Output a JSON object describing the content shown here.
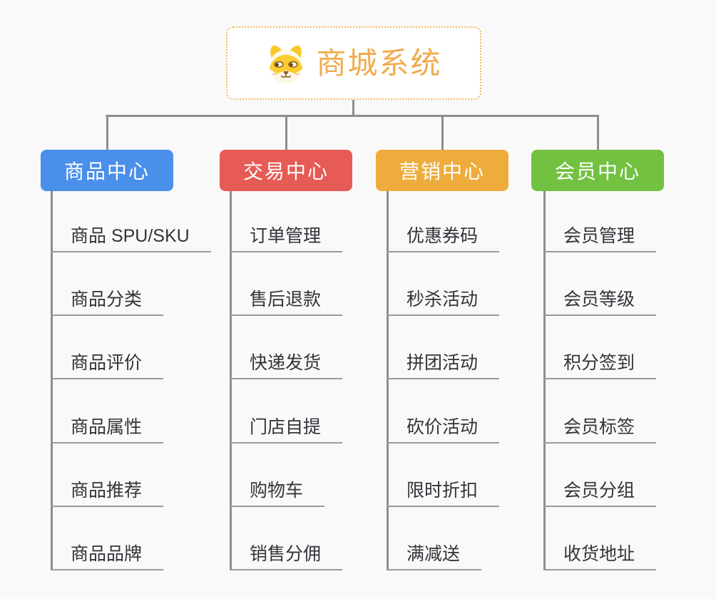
{
  "app": {
    "background_color": "#F9F9F9",
    "connector_color": "#8D8D8D",
    "underline_color": "#9B9B9B",
    "leaf_text_color": "#33333A"
  },
  "root": {
    "title": "商城系统",
    "icon": "dog-face-icon",
    "title_color": "#F0AC4D",
    "border_color": "#F3B95F",
    "background": "#FFFFFF"
  },
  "branches": [
    {
      "id": "product-center",
      "label": "商品中心",
      "color": "#4A8FE9",
      "items": [
        "商品 SPU/SKU",
        "商品分类",
        "商品评价",
        "商品属性",
        "商品推荐",
        "商品品牌"
      ]
    },
    {
      "id": "trade-center",
      "label": "交易中心",
      "color": "#E65B55",
      "items": [
        "订单管理",
        "售后退款",
        "快递发货",
        "门店自提",
        "购物车",
        "销售分佣"
      ]
    },
    {
      "id": "marketing-center",
      "label": "营销中心",
      "color": "#EDAC3C",
      "items": [
        "优惠券码",
        "秒杀活动",
        "拼团活动",
        "砍价活动",
        "限时折扣",
        "满减送"
      ]
    },
    {
      "id": "member-center",
      "label": "会员中心",
      "color": "#72C141",
      "items": [
        "会员管理",
        "会员等级",
        "积分签到",
        "会员标签",
        "会员分组",
        "收货地址"
      ]
    }
  ]
}
